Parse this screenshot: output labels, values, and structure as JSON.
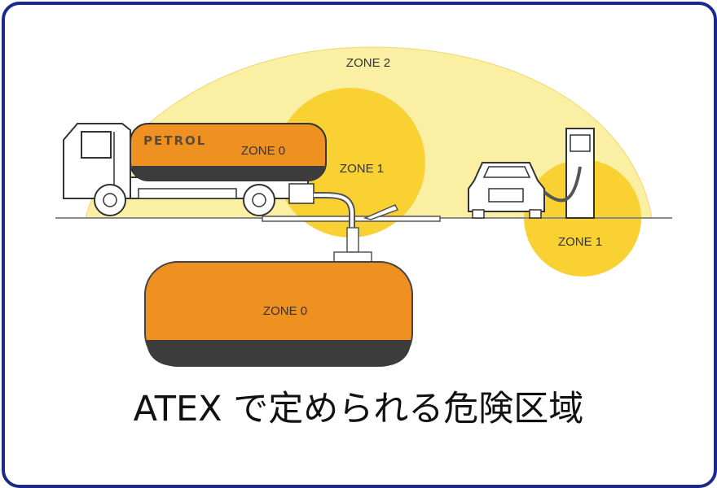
{
  "diagram": {
    "caption": "ATEX で定められる危険区域",
    "tanker_label": "PETROL",
    "zones": {
      "outer": "ZONE 2",
      "tanker_tank": "ZONE 0",
      "fill_point": "ZONE 1",
      "dispenser": "ZONE 1",
      "underground_tank": "ZONE 0"
    },
    "colors": {
      "zone2": "#fbefa4",
      "zone1": "#f9d132",
      "zone0": "#ef9120",
      "tank_dark": "#3c3c3c",
      "frame": "#1b2a8a"
    }
  }
}
